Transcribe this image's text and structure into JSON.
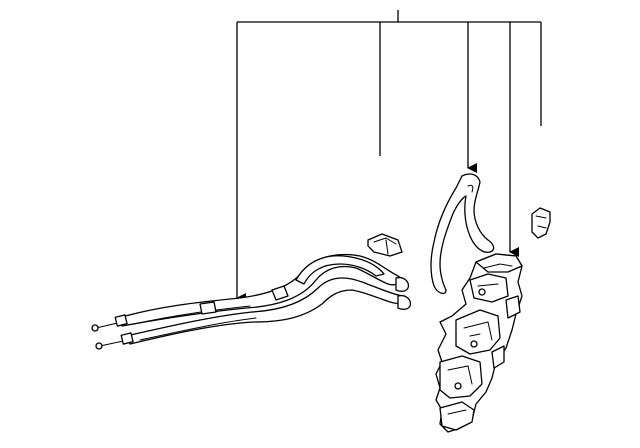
{
  "diagram": {
    "callouts": [
      "",
      "",
      "",
      "",
      ""
    ],
    "parts": [
      "inside-handle-cables",
      "clip-left",
      "lock-rod",
      "clip-right",
      "door-lock-actuator"
    ]
  }
}
